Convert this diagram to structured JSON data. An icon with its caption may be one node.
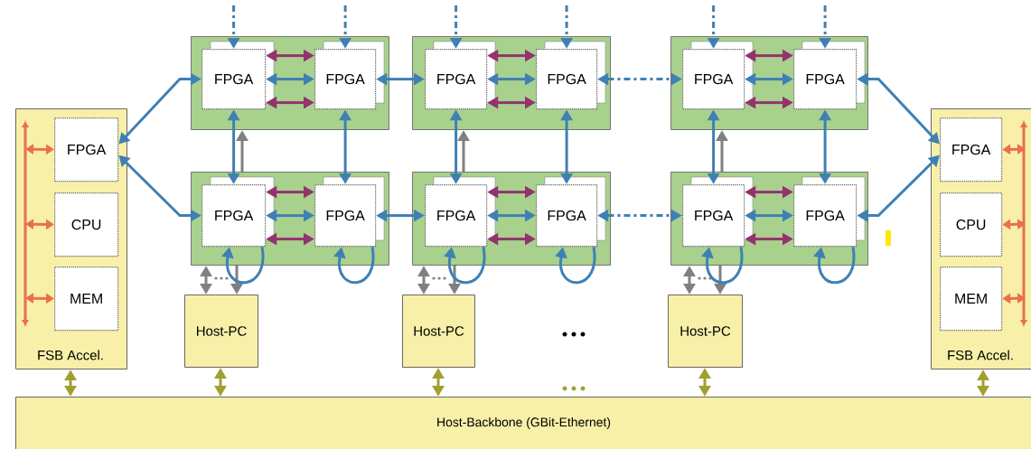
{
  "diagram": {
    "nodes": [
      {
        "text": [
          "FSB Accel."
        ]
      },
      {
        "text": [
          "FPGA"
        ],
        "in": 0
      },
      {
        "text": [
          "CPU"
        ],
        "in": 0
      },
      {
        "text": [
          "MEM"
        ],
        "in": 0
      },
      {
        "text": [],
        "shape": "box"
      },
      {
        "text": [
          "FPGA"
        ],
        "in": 4
      },
      {
        "text": [
          "FPGA"
        ],
        "in": 4
      },
      {
        "text": [],
        "shape": "box"
      },
      {
        "text": [
          "FPGA"
        ],
        "in": 7
      },
      {
        "text": [
          "FPGA"
        ],
        "in": 7
      },
      {
        "text": [],
        "shape": "box"
      },
      {
        "text": [
          "FPGA"
        ],
        "in": 10
      },
      {
        "text": [
          "FPGA"
        ],
        "in": 10
      },
      {
        "text": [],
        "shape": "box"
      },
      {
        "text": [
          "FPGA"
        ],
        "in": 13
      },
      {
        "text": [
          "FPGA"
        ],
        "in": 13
      },
      {
        "text": [],
        "shape": "box"
      },
      {
        "text": [
          "FPGA"
        ],
        "in": 16
      },
      {
        "text": [
          "FPGA"
        ],
        "in": 16
      },
      {
        "text": [],
        "shape": "box"
      },
      {
        "text": [
          "FPGA"
        ],
        "in": 19
      },
      {
        "text": [
          "FPGA"
        ],
        "in": 19
      },
      {
        "text": [
          "FSB Accel."
        ]
      },
      {
        "text": [
          "FPGA"
        ],
        "in": 22
      },
      {
        "text": [
          "CPU"
        ],
        "in": 22
      },
      {
        "text": [
          "MEM"
        ],
        "in": 22
      },
      {
        "text": [
          "Host-PC"
        ]
      },
      {
        "text": [
          "Host-PC"
        ]
      },
      {
        "text": [
          "Host-PC"
        ]
      },
      {
        "text": [
          "Host-Backbone (GBit-Ethernet)"
        ]
      }
    ],
    "edges": [
      {
        "from": 1,
        "to": 5,
        "arrow": "both"
      },
      {
        "from": 1,
        "to": 14,
        "arrow": "both"
      },
      {
        "from": 5,
        "to": 6,
        "arrow": "both"
      },
      {
        "from": 5,
        "to": 6,
        "arrow": "both",
        "color": "#93336f"
      },
      {
        "from": 5,
        "to": 6,
        "arrow": "both",
        "color": "#93336f"
      },
      {
        "from": 8,
        "to": 9,
        "arrow": "both"
      },
      {
        "from": 8,
        "to": 9,
        "arrow": "both",
        "color": "#93336f"
      },
      {
        "from": 8,
        "to": 9,
        "arrow": "both",
        "color": "#93336f"
      },
      {
        "from": 11,
        "to": 12,
        "arrow": "both"
      },
      {
        "from": 11,
        "to": 12,
        "arrow": "both",
        "color": "#93336f"
      },
      {
        "from": 11,
        "to": 12,
        "arrow": "both",
        "color": "#93336f"
      },
      {
        "from": 14,
        "to": 15,
        "arrow": "both"
      },
      {
        "from": 14,
        "to": 15,
        "arrow": "both",
        "color": "#93336f"
      },
      {
        "from": 14,
        "to": 15,
        "arrow": "both",
        "color": "#93336f"
      },
      {
        "from": 17,
        "to": 18,
        "arrow": "both"
      },
      {
        "from": 17,
        "to": 18,
        "arrow": "both",
        "color": "#93336f"
      },
      {
        "from": 17,
        "to": 18,
        "arrow": "both",
        "color": "#93336f"
      },
      {
        "from": 20,
        "to": 21,
        "arrow": "both"
      },
      {
        "from": 20,
        "to": 21,
        "arrow": "both",
        "color": "#93336f"
      },
      {
        "from": 20,
        "to": 21,
        "arrow": "both",
        "color": "#93336f"
      },
      {
        "from": 6,
        "to": 8,
        "arrow": "both"
      },
      {
        "from": 15,
        "to": 17,
        "arrow": "both"
      },
      {
        "from": 9,
        "to": 11,
        "arrow": "both",
        "style": "dashed"
      },
      {
        "from": 18,
        "to": 20,
        "arrow": "both",
        "style": "dashed"
      },
      {
        "from": 12,
        "to": 23,
        "arrow": "both"
      },
      {
        "from": 21,
        "to": 23,
        "arrow": "both"
      },
      {
        "from": 5,
        "to": 14,
        "arrow": "both"
      },
      {
        "from": 6,
        "to": 15,
        "arrow": "both"
      },
      {
        "from": 8,
        "to": 17,
        "arrow": "both"
      },
      {
        "from": 9,
        "to": 18,
        "arrow": "both"
      },
      {
        "from": 11,
        "to": 20,
        "arrow": "both"
      },
      {
        "from": 12,
        "to": 21,
        "arrow": "both"
      },
      {
        "from": null,
        "to": 5,
        "arrow": "to",
        "style": "dashed"
      },
      {
        "from": null,
        "to": 6,
        "arrow": "to",
        "style": "dashed"
      },
      {
        "from": null,
        "to": 8,
        "arrow": "to",
        "style": "dashed"
      },
      {
        "from": null,
        "to": 9,
        "arrow": "to",
        "style": "dashed"
      },
      {
        "from": null,
        "to": 11,
        "arrow": "to",
        "style": "dashed"
      },
      {
        "from": null,
        "to": 12,
        "arrow": "to",
        "style": "dashed"
      },
      {
        "from": 13,
        "to": 4,
        "arrow": "to",
        "color": "#808080"
      },
      {
        "from": 16,
        "to": 7,
        "arrow": "to",
        "color": "#808080"
      },
      {
        "from": 19,
        "to": 10,
        "arrow": "to",
        "color": "#808080"
      },
      {
        "from": 26,
        "to": 13,
        "arrow": "both",
        "color": "#808080"
      },
      {
        "from": 27,
        "to": 16,
        "arrow": "both",
        "color": "#808080"
      },
      {
        "from": 28,
        "to": 19,
        "arrow": "both",
        "color": "#808080"
      },
      {
        "from": 13,
        "to": 26,
        "arrow": "to",
        "color": "#808080"
      },
      {
        "from": 16,
        "to": 27,
        "arrow": "to",
        "color": "#808080"
      },
      {
        "from": 19,
        "to": 28,
        "arrow": "to",
        "color": "#808080"
      },
      {
        "from": 14,
        "to": 14,
        "arrow": "to"
      },
      {
        "from": 15,
        "to": 15,
        "arrow": "to"
      },
      {
        "from": 17,
        "to": 17,
        "arrow": "to"
      },
      {
        "from": 18,
        "to": 18,
        "arrow": "to"
      },
      {
        "from": 20,
        "to": 20,
        "arrow": "to"
      },
      {
        "from": 21,
        "to": 21,
        "arrow": "to"
      },
      {
        "from": 0,
        "to": 29,
        "arrow": "both",
        "color": "#a0a030"
      },
      {
        "from": 26,
        "to": 29,
        "arrow": "both",
        "color": "#a0a030"
      },
      {
        "from": 27,
        "to": 29,
        "arrow": "both",
        "color": "#a0a030"
      },
      {
        "from": 28,
        "to": 29,
        "arrow": "both",
        "color": "#a0a030"
      },
      {
        "from": 22,
        "to": 29,
        "arrow": "both",
        "color": "#a0a030"
      },
      {
        "from": null,
        "to": 1,
        "arrow": "both",
        "color": "#e8704f"
      },
      {
        "from": null,
        "to": 2,
        "arrow": "both",
        "color": "#e8704f"
      },
      {
        "from": null,
        "to": 3,
        "arrow": "both",
        "color": "#e8704f"
      },
      {
        "from": null,
        "to": 23,
        "arrow": "both",
        "color": "#e8704f"
      },
      {
        "from": null,
        "to": 24,
        "arrow": "both",
        "color": "#e8704f"
      },
      {
        "from": null,
        "to": 25,
        "arrow": "both",
        "color": "#e8704f"
      }
    ]
  }
}
